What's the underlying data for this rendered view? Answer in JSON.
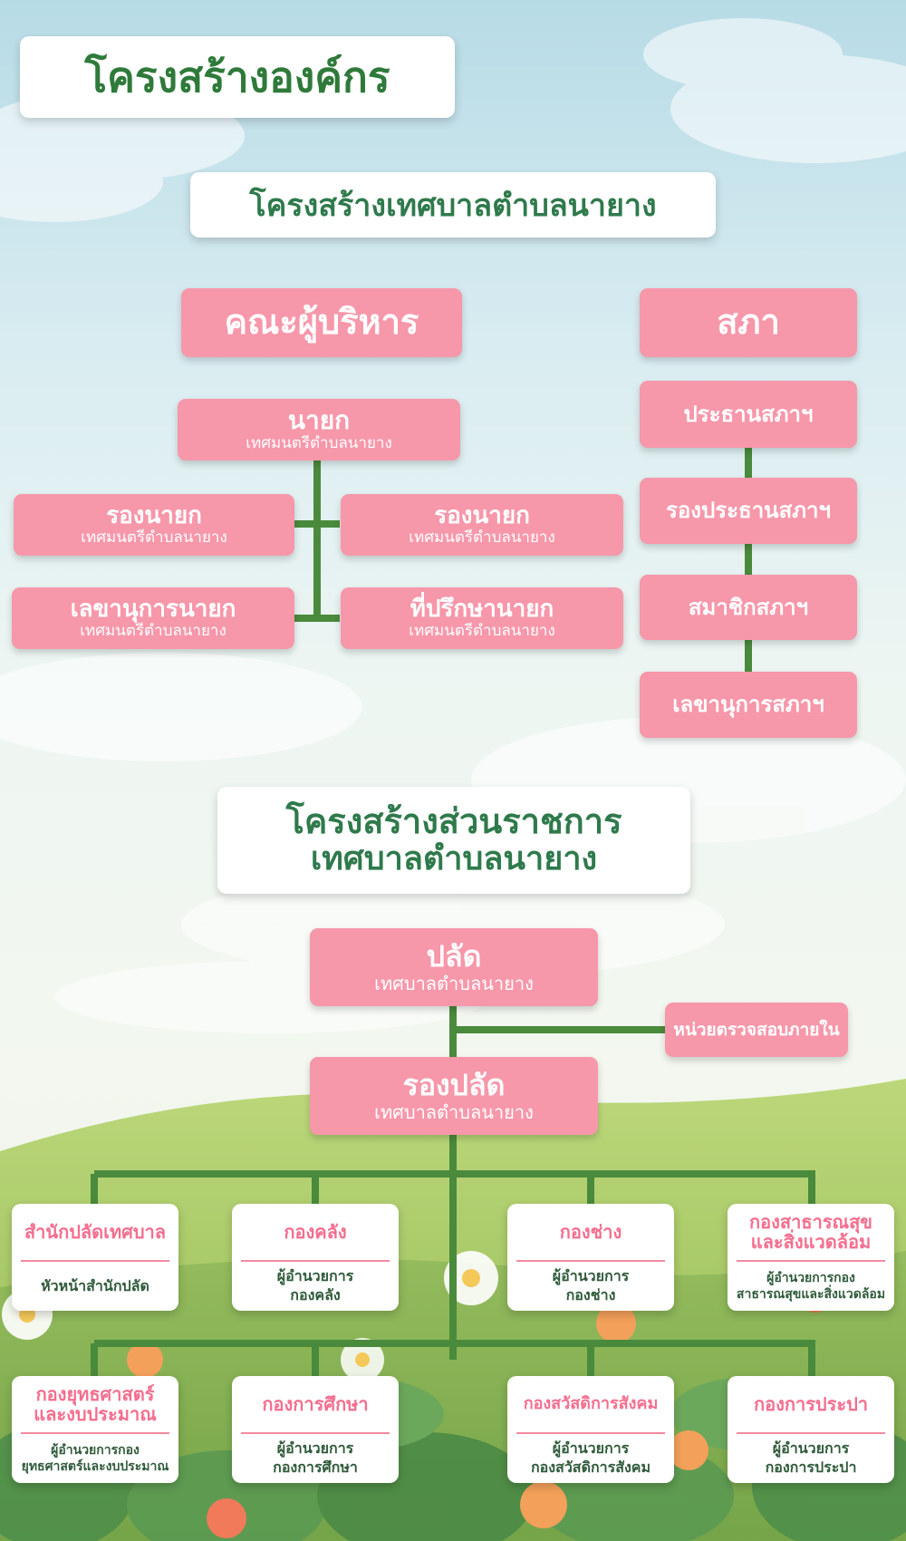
{
  "title": "โครงสร้างองค์กร",
  "section1": {
    "title": "โครงสร้างเทศบาลตำบลนายาง",
    "executive": {
      "title": "คณะผู้บริหาร",
      "mayor": {
        "title": "นายก",
        "sub": "เทศมนตรีตำบลนายาง"
      },
      "deputy_left": {
        "title": "รองนายก",
        "sub": "เทศมนตรีตำบลนายาง"
      },
      "deputy_right": {
        "title": "รองนายก",
        "sub": "เทศมนตรีตำบลนายาง"
      },
      "secretary": {
        "title": "เลขานุการนายก",
        "sub": "เทศมนตรีตำบลนายาง"
      },
      "advisor": {
        "title": "ที่ปรึกษานายก",
        "sub": "เทศมนตรีตำบลนายาง"
      }
    },
    "council": {
      "title": "สภา",
      "items": [
        "ประธานสภาฯ",
        "รองประธานสภาฯ",
        "สมาชิกสภาฯ",
        "เลขานุการสภาฯ"
      ]
    }
  },
  "section2": {
    "title_line1": "โครงสร้างส่วนราชการ",
    "title_line2": "เทศบาลตำบลนายาง",
    "clerk": {
      "title": "ปลัด",
      "sub": "เทศบาลตำบลนายาง"
    },
    "audit": "หน่วยตรวจสอบภายใน",
    "deputy_clerk": {
      "title": "รองปลัด",
      "sub": "เทศบาลตำบลนายาง"
    },
    "divisions_row1": [
      {
        "head": [
          "สำนักปลัดเทศบาล"
        ],
        "body": [
          "หัวหน้าสำนักปลัด"
        ]
      },
      {
        "head": [
          "กองคลัง"
        ],
        "body": [
          "ผู้อำนวยการ",
          "กองคลัง"
        ]
      },
      {
        "head": [
          "กองช่าง"
        ],
        "body": [
          "ผู้อำนวยการ",
          "กองช่าง"
        ]
      },
      {
        "head": [
          "กองสาธารณสุข",
          "และสิ่งแวดล้อม"
        ],
        "body": [
          "ผู้อำนวยการกอง",
          "สาธารณสุขและสิ่งแวดล้อม"
        ]
      }
    ],
    "divisions_row2": [
      {
        "head": [
          "กองยุทธศาสตร์",
          "และงบประมาณ"
        ],
        "body": [
          "ผู้อำนวยการกอง",
          "ยุทธศาสตร์และงบประมาณ"
        ]
      },
      {
        "head": [
          "กองการศึกษา"
        ],
        "body": [
          "ผู้อำนวยการ",
          "กองการศึกษา"
        ]
      },
      {
        "head": [
          "กองสวัสดิการสังคม"
        ],
        "body": [
          "ผู้อำนวยการ",
          "กองสวัสดิการสังคม"
        ]
      },
      {
        "head": [
          "กองการประปา"
        ],
        "body": [
          "ผู้อำนวยการ",
          "กองการประปา"
        ]
      }
    ]
  },
  "colors": {
    "pink": "#f797aa",
    "pink_text": "#f46e8e",
    "green_line": "#4a8a3c",
    "title_green": "#2f7a4c",
    "dark_green": "#2f5a3a"
  }
}
